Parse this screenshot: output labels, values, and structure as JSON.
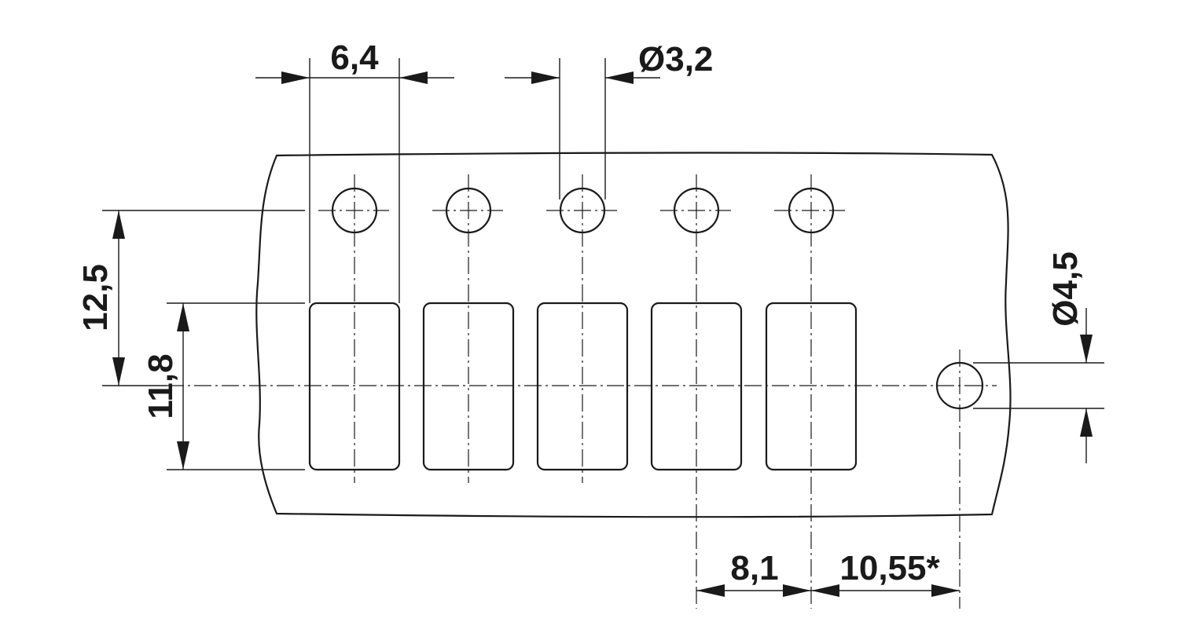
{
  "dimensions": {
    "slot_width": "6,4",
    "small_hole_dia": "Ø3,2",
    "row_offset": "12,5",
    "slot_height": "11,8",
    "mount_hole_dia": "Ø4,5",
    "pitch": "8,1",
    "edge_offset": "10,55*"
  },
  "features": {
    "small_hole_count": 5,
    "slot_count": 5,
    "mount_hole_count": 1
  }
}
